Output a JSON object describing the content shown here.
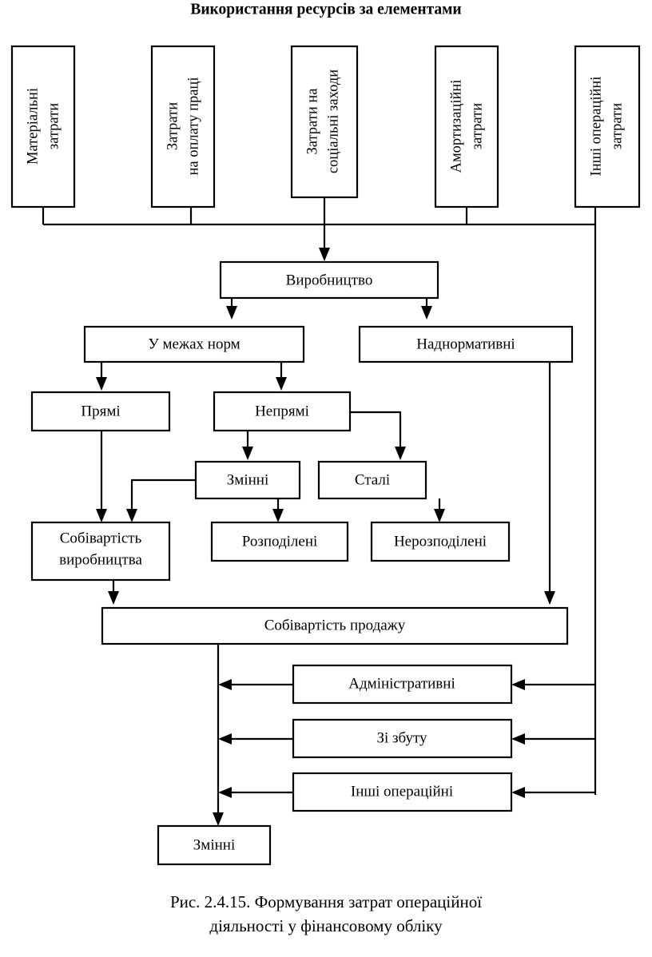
{
  "figure": {
    "title": "Використання ресурсів за елементами",
    "caption_line1": "Рис. 2.4.15. Формування затрат операційної",
    "caption_line2": "діяльності у фінансовому обліку"
  },
  "colors": {
    "stroke": "#000000",
    "box_fill": "#ffffff",
    "background": "#ffffff"
  },
  "chart_data": {
    "type": "diagram",
    "title": "Використання ресурсів за елементами",
    "nodes": [
      {
        "id": "n1",
        "label_line1": "Матеріальні",
        "label_line2": "затрати",
        "orientation": "vertical",
        "row": "resources"
      },
      {
        "id": "n2",
        "label_line1": "Затрати",
        "label_line2": "на оплату праці",
        "orientation": "vertical",
        "row": "resources"
      },
      {
        "id": "n3",
        "label_line1": "Затрати на",
        "label_line2": "соціальні заходи",
        "orientation": "vertical",
        "row": "resources"
      },
      {
        "id": "n4",
        "label_line1": "Амортизаційні",
        "label_line2": "затрати",
        "orientation": "vertical",
        "row": "resources"
      },
      {
        "id": "n5",
        "label_line1": "Інші операційні",
        "label_line2": "затрати",
        "orientation": "vertical",
        "row": "resources"
      },
      {
        "id": "n6",
        "label_line1": "Виробництво",
        "label_line2": "",
        "orientation": "horizontal",
        "row": "production"
      },
      {
        "id": "n7",
        "label_line1": "У межах норм",
        "label_line2": "",
        "orientation": "horizontal",
        "row": "norms"
      },
      {
        "id": "n8",
        "label_line1": "Наднормативні",
        "label_line2": "",
        "orientation": "horizontal",
        "row": "norms"
      },
      {
        "id": "n9",
        "label_line1": "Прямі",
        "label_line2": "",
        "orientation": "horizontal",
        "row": "direct"
      },
      {
        "id": "n10",
        "label_line1": "Непрямі",
        "label_line2": "",
        "orientation": "horizontal",
        "row": "direct"
      },
      {
        "id": "n11",
        "label_line1": "Змінні",
        "label_line2": "",
        "orientation": "horizontal",
        "row": "variable"
      },
      {
        "id": "n12",
        "label_line1": "Сталі",
        "label_line2": "",
        "orientation": "horizontal",
        "row": "variable"
      },
      {
        "id": "n13",
        "label_line1": "Собівартість",
        "label_line2": "виробництва",
        "orientation": "horizontal",
        "row": "cost"
      },
      {
        "id": "n14",
        "label_line1": "Розподілені",
        "label_line2": "",
        "orientation": "horizontal",
        "row": "cost"
      },
      {
        "id": "n15",
        "label_line1": "Нерозподілені",
        "label_line2": "",
        "orientation": "horizontal",
        "row": "cost"
      },
      {
        "id": "n16",
        "label_line1": "Собівартість продажу",
        "label_line2": "",
        "orientation": "horizontal",
        "row": "sale"
      },
      {
        "id": "n17",
        "label_line1": "Адміністративні",
        "label_line2": "",
        "orientation": "horizontal",
        "row": "operating"
      },
      {
        "id": "n18",
        "label_line1": "Зі збуту",
        "label_line2": "",
        "orientation": "horizontal",
        "row": "operating"
      },
      {
        "id": "n19",
        "label_line1": "Інші операційні",
        "label_line2": "",
        "orientation": "horizontal",
        "row": "operating"
      },
      {
        "id": "n20",
        "label_line1": "Змінні",
        "label_line2": "",
        "orientation": "horizontal",
        "row": "final"
      }
    ],
    "edges": [
      {
        "from": "n1",
        "to": "bus"
      },
      {
        "from": "n2",
        "to": "bus"
      },
      {
        "from": "n3",
        "to": "n6"
      },
      {
        "from": "n4",
        "to": "bus"
      },
      {
        "from": "n5",
        "to": "n16"
      },
      {
        "from": "n5",
        "to": "n17"
      },
      {
        "from": "n5",
        "to": "n18"
      },
      {
        "from": "n5",
        "to": "n19"
      },
      {
        "from": "n6",
        "to": "n7"
      },
      {
        "from": "n6",
        "to": "n8"
      },
      {
        "from": "n7",
        "to": "n9"
      },
      {
        "from": "n7",
        "to": "n10"
      },
      {
        "from": "n8",
        "to": "n16"
      },
      {
        "from": "n9",
        "to": "n13"
      },
      {
        "from": "n10",
        "to": "n11"
      },
      {
        "from": "n10",
        "to": "n12"
      },
      {
        "from": "n11",
        "to": "n13"
      },
      {
        "from": "n11",
        "to": "n14"
      },
      {
        "from": "n12",
        "to": "n15"
      },
      {
        "from": "n13",
        "to": "n16"
      },
      {
        "from": "n16",
        "to": "n20"
      },
      {
        "from": "n17",
        "to": "n16_stem"
      },
      {
        "from": "n18",
        "to": "n16_stem"
      },
      {
        "from": "n19",
        "to": "n16_stem"
      }
    ]
  }
}
